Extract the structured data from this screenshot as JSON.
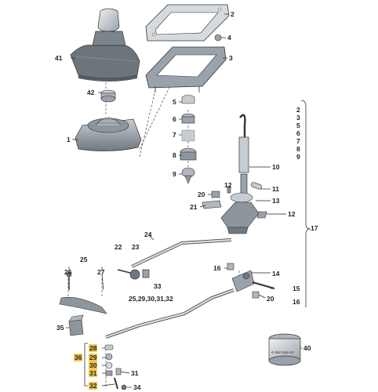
{
  "labels": {
    "n1": "1",
    "n2": "2",
    "n3": "3",
    "n4": "4",
    "n5": "5",
    "n6": "6",
    "n7": "7",
    "n8": "8",
    "n9": "9",
    "n10": "10",
    "n11": "11",
    "n12a": "12",
    "n12b": "12",
    "n13": "13",
    "n14": "14",
    "n15": "15",
    "n16a": "16",
    "n16b": "16",
    "n17": "17",
    "n20a": "20",
    "n20b": "20",
    "n21": "21",
    "n22": "22",
    "n23": "23",
    "n24": "24",
    "n25": "25",
    "n26": "26",
    "n27": "27",
    "n28": "28",
    "n29": "29",
    "n30": "30",
    "n31a": "31",
    "n31b": "31",
    "n32": "32",
    "n33": "33",
    "n34": "34",
    "n35": "35",
    "n36": "36",
    "n40": "40",
    "n41": "41",
    "n42": "42",
    "group_right": [
      "2",
      "3",
      "5",
      "6",
      "7",
      "8",
      "9"
    ],
    "group_33": "25,29,30,31,32"
  },
  "stamp_text": "G 052 145 A3",
  "colors": {
    "part_fill": "#d9dde2",
    "part_dark": "#8a929b",
    "leader": "#222222",
    "highlight": "#f2c94c"
  }
}
